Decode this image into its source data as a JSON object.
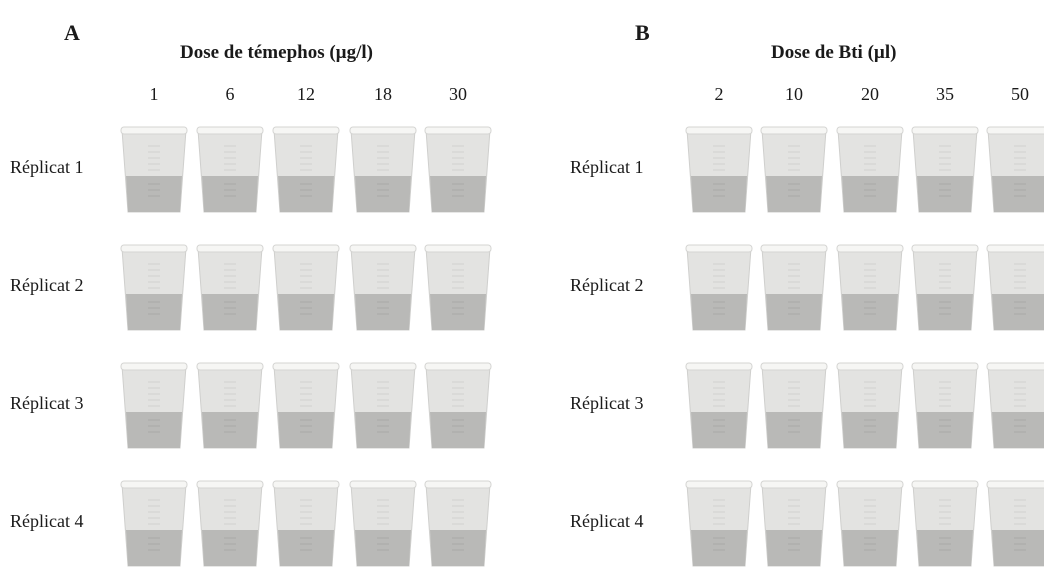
{
  "panels": [
    {
      "letter": "A",
      "title": "Dose de témephos (µg/l)",
      "doses": [
        "1",
        "6",
        "12",
        "18",
        "30"
      ],
      "replicates": [
        "Réplicat 1",
        "Réplicat 2",
        "Réplicat 3",
        "Réplicat 4"
      ]
    },
    {
      "letter": "B",
      "title": "Dose de Bti (µl)",
      "doses": [
        "2",
        "10",
        "20",
        "35",
        "50"
      ],
      "replicates": [
        "Réplicat 1",
        "Réplicat 2",
        "Réplicat 3",
        "Réplicat 4"
      ]
    }
  ],
  "colors": {
    "cup_body": "#e3e3e1",
    "cup_rim": "#f6f6f4",
    "water": "#b9b9b7",
    "text": "#1a1a1a"
  }
}
